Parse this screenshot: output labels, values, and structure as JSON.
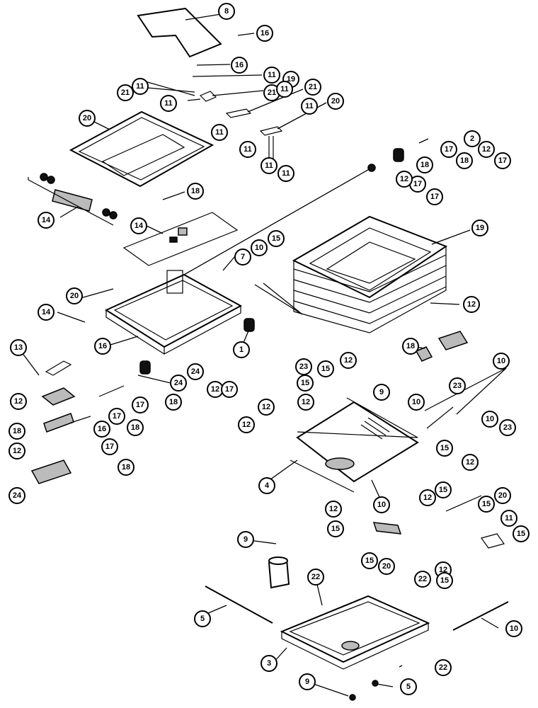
{
  "diagram": {
    "callouts": [
      "8",
      "16",
      "16",
      "11",
      "21",
      "21",
      "11",
      "11",
      "19",
      "11",
      "21",
      "11",
      "11",
      "20",
      "11",
      "11",
      "11",
      "20",
      "2",
      "12",
      "17",
      "18",
      "17",
      "18",
      "17",
      "12",
      "17",
      "18",
      "14",
      "14",
      "19",
      "7",
      "10",
      "15",
      "20",
      "14",
      "12",
      "16",
      "1",
      "13",
      "12",
      "24",
      "24",
      "12",
      "17",
      "17",
      "18",
      "18",
      "10",
      "23",
      "15",
      "12",
      "12",
      "9",
      "23",
      "10",
      "10",
      "23",
      "12",
      "16",
      "17",
      "18",
      "18",
      "12",
      "17",
      "18",
      "15",
      "12",
      "4",
      "10",
      "15",
      "12",
      "24",
      "15",
      "12",
      "12",
      "15",
      "20",
      "15",
      "11",
      "9",
      "15",
      "20",
      "12",
      "15",
      "15",
      "22",
      "22",
      "5",
      "10",
      "3",
      "22",
      "9",
      "5"
    ]
  }
}
